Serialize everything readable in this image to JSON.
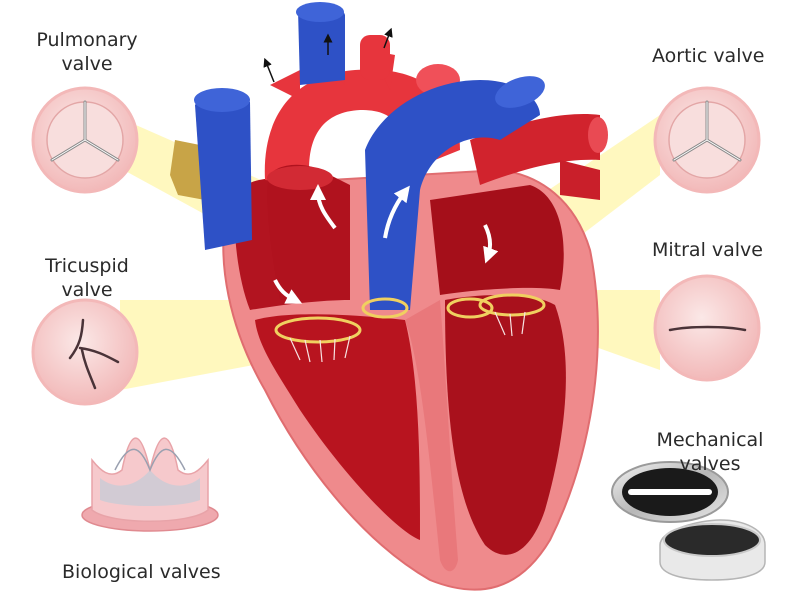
{
  "labels": {
    "pulmonary": [
      "Pulmonary",
      "valve"
    ],
    "aortic": "Aortic valve",
    "tricuspid": [
      "Tricuspid",
      "valve"
    ],
    "mitral": "Mitral valve",
    "mechanical": [
      "Mechanical",
      "valves"
    ],
    "biological": "Biological valves"
  },
  "colors": {
    "beam": "#fff59a",
    "valve_outer": "#f6c6c6",
    "valve_inner": "#f7d9d8",
    "artery_red": "#e8373f",
    "vein_blue": "#2e52c4",
    "muscle_red": "#c01622",
    "tissue_pink": "#ef8c8e",
    "valve_ring": "#f0d060"
  },
  "icons": {
    "flow_arrows": "white-arrow-icon",
    "outflow_arrows": "black-arrow-icon"
  }
}
